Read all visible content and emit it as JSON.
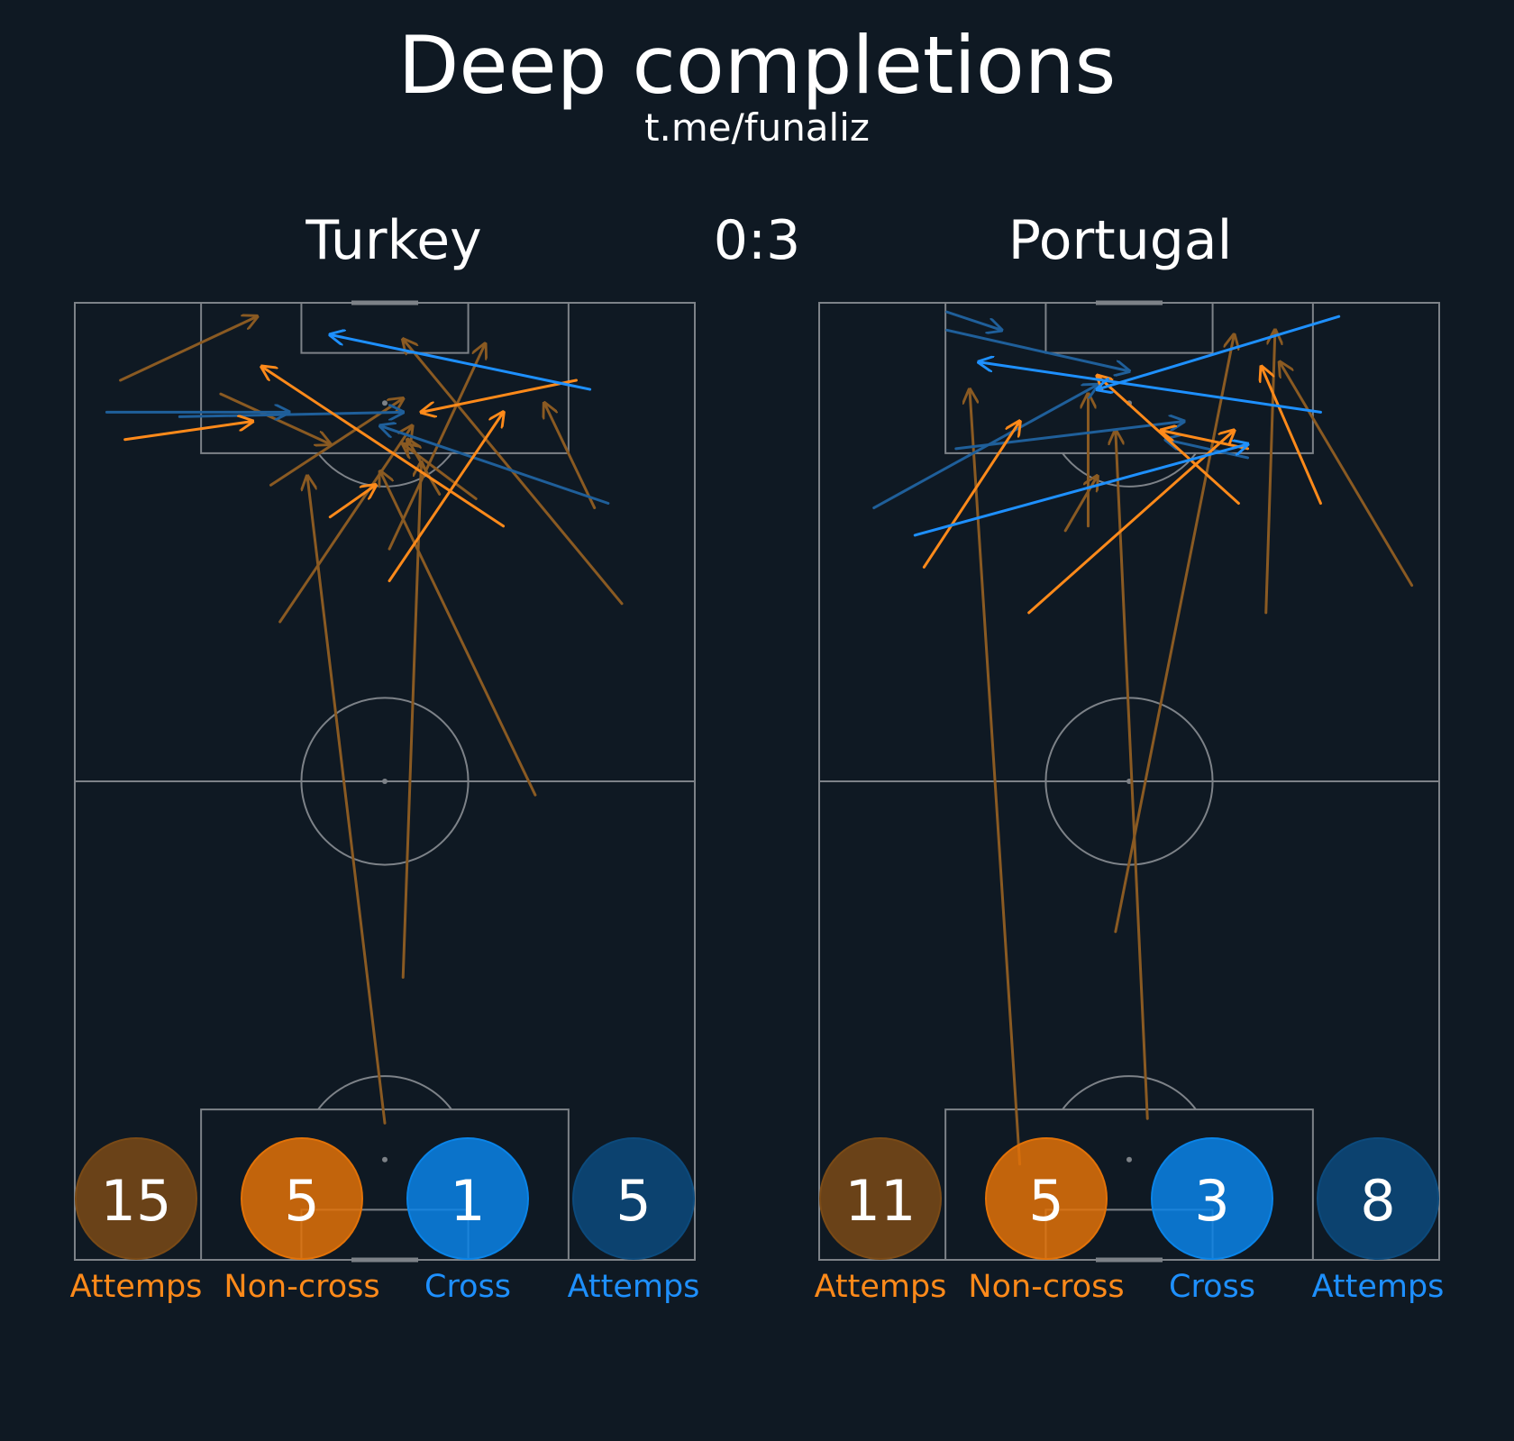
{
  "header": {
    "title": "Deep completions",
    "subtitle": "t.me/funaliz",
    "score": "0:3"
  },
  "colors": {
    "background": "#0f1923",
    "pitch_lines": "#7d8288",
    "non_cross_success": "#ff8a1a",
    "non_cross_attempt": "#8a5a22",
    "cross_success": "#1e90ff",
    "cross_attempt": "#1f5f9a",
    "text": "#ffffff"
  },
  "legend": {
    "attempts_label_left": "Attemps",
    "non_cross_label": "Non-cross",
    "cross_label": "Cross",
    "attempts_label_right": "Attemps"
  },
  "chart_data": [
    {
      "type": "pass-map",
      "team": "Turkey",
      "pitch": {
        "width": 68,
        "length": 105
      },
      "counts": {
        "non_cross_attempts": 15,
        "non_cross_completed": 5,
        "cross_completed": 1,
        "cross_attempts": 5
      },
      "passes": [
        {
          "kind": "nc_att",
          "from": [
            5,
            96.5
          ],
          "to": [
            20,
            103.5
          ]
        },
        {
          "kind": "nc_att",
          "from": [
            16,
            95
          ],
          "to": [
            28,
            89.5
          ]
        },
        {
          "kind": "nc_att",
          "from": [
            21.5,
            85
          ],
          "to": [
            36,
            94.5
          ]
        },
        {
          "kind": "nc_att",
          "from": [
            22.5,
            70
          ],
          "to": [
            37,
            91.5
          ]
        },
        {
          "kind": "nc_att",
          "from": [
            34.5,
            78
          ],
          "to": [
            45,
            100.5
          ]
        },
        {
          "kind": "nc_att",
          "from": [
            44,
            83.5
          ],
          "to": [
            36,
            89.5
          ]
        },
        {
          "kind": "nc_att",
          "from": [
            40,
            84
          ],
          "to": [
            36.5,
            90
          ]
        },
        {
          "kind": "nc_att",
          "from": [
            60,
            72
          ],
          "to": [
            36,
            101
          ]
        },
        {
          "kind": "nc_att",
          "from": [
            57,
            82.5
          ],
          "to": [
            51.5,
            94
          ]
        },
        {
          "kind": "nc_att",
          "from": [
            50.5,
            51
          ],
          "to": [
            33.5,
            86.5
          ]
        },
        {
          "kind": "nc_att",
          "from": [
            36,
            31
          ],
          "to": [
            38,
            87.5
          ]
        },
        {
          "kind": "nc_att",
          "from": [
            34,
            15
          ],
          "to": [
            25.5,
            86
          ]
        },
        {
          "kind": "nc_succ",
          "from": [
            5.5,
            90
          ],
          "to": [
            19.5,
            92
          ]
        },
        {
          "kind": "nc_succ",
          "from": [
            47,
            80.5
          ],
          "to": [
            20.5,
            98
          ]
        },
        {
          "kind": "nc_succ",
          "from": [
            55,
            96.5
          ],
          "to": [
            38,
            93
          ]
        },
        {
          "kind": "nc_succ",
          "from": [
            28,
            81.5
          ],
          "to": [
            33,
            85
          ]
        },
        {
          "kind": "nc_succ",
          "from": [
            34.5,
            74.5
          ],
          "to": [
            47,
            93
          ]
        },
        {
          "kind": "cr_att",
          "from": [
            3.5,
            93
          ],
          "to": [
            23.5,
            93
          ]
        },
        {
          "kind": "cr_att",
          "from": [
            11.5,
            92.5
          ],
          "to": [
            36,
            93
          ]
        },
        {
          "kind": "cr_att",
          "from": [
            58.5,
            83
          ],
          "to": [
            33.5,
            91.5
          ]
        },
        {
          "kind": "cr_succ",
          "from": [
            56.5,
            95.5
          ],
          "to": [
            28,
            101.5
          ]
        }
      ]
    },
    {
      "type": "pass-map",
      "team": "Portugal",
      "pitch": {
        "width": 68,
        "length": 105
      },
      "counts": {
        "non_cross_attempts": 11,
        "non_cross_completed": 5,
        "cross_completed": 3,
        "cross_attempts": 8
      },
      "passes": [
        {
          "kind": "nc_att",
          "from": [
            27,
            80
          ],
          "to": [
            30.5,
            86
          ]
        },
        {
          "kind": "nc_att",
          "from": [
            29.5,
            80.5
          ],
          "to": [
            29.5,
            95
          ]
        },
        {
          "kind": "nc_att",
          "from": [
            49,
            71
          ],
          "to": [
            50,
            102
          ]
        },
        {
          "kind": "nc_att",
          "from": [
            65,
            74
          ],
          "to": [
            50.5,
            98.5
          ]
        },
        {
          "kind": "nc_att",
          "from": [
            36,
            15.5
          ],
          "to": [
            32.5,
            91
          ]
        },
        {
          "kind": "nc_att",
          "from": [
            32.5,
            36
          ],
          "to": [
            45.5,
            101.5
          ]
        },
        {
          "kind": "nc_att",
          "from": [
            22,
            10.5
          ],
          "to": [
            16.5,
            95.5
          ]
        },
        {
          "kind": "nc_succ",
          "from": [
            11.5,
            76
          ],
          "to": [
            22,
            92
          ]
        },
        {
          "kind": "nc_succ",
          "from": [
            23,
            71
          ],
          "to": [
            45.5,
            91
          ]
        },
        {
          "kind": "nc_succ",
          "from": [
            46,
            83
          ],
          "to": [
            30.5,
            97
          ]
        },
        {
          "kind": "nc_succ",
          "from": [
            47,
            89
          ],
          "to": [
            37.5,
            91
          ]
        },
        {
          "kind": "nc_succ",
          "from": [
            55,
            83
          ],
          "to": [
            48.5,
            98
          ]
        },
        {
          "kind": "cr_att",
          "from": [
            14,
            104
          ],
          "to": [
            20,
            102
          ]
        },
        {
          "kind": "cr_att",
          "from": [
            14,
            102
          ],
          "to": [
            34,
            97.5
          ]
        },
        {
          "kind": "cr_att",
          "from": [
            6,
            82.5
          ],
          "to": [
            30.5,
            96
          ]
        },
        {
          "kind": "cr_att",
          "from": [
            15,
            89
          ],
          "to": [
            40,
            92
          ]
        },
        {
          "kind": "cr_att",
          "from": [
            47,
            88
          ],
          "to": [
            38,
            90
          ]
        },
        {
          "kind": "cr_succ",
          "from": [
            57,
            103.5
          ],
          "to": [
            30.5,
            95.5
          ]
        },
        {
          "kind": "cr_succ",
          "from": [
            55,
            93
          ],
          "to": [
            17.5,
            98.5
          ]
        },
        {
          "kind": "cr_succ",
          "from": [
            10.5,
            79.5
          ],
          "to": [
            47,
            89.5
          ]
        }
      ]
    }
  ]
}
